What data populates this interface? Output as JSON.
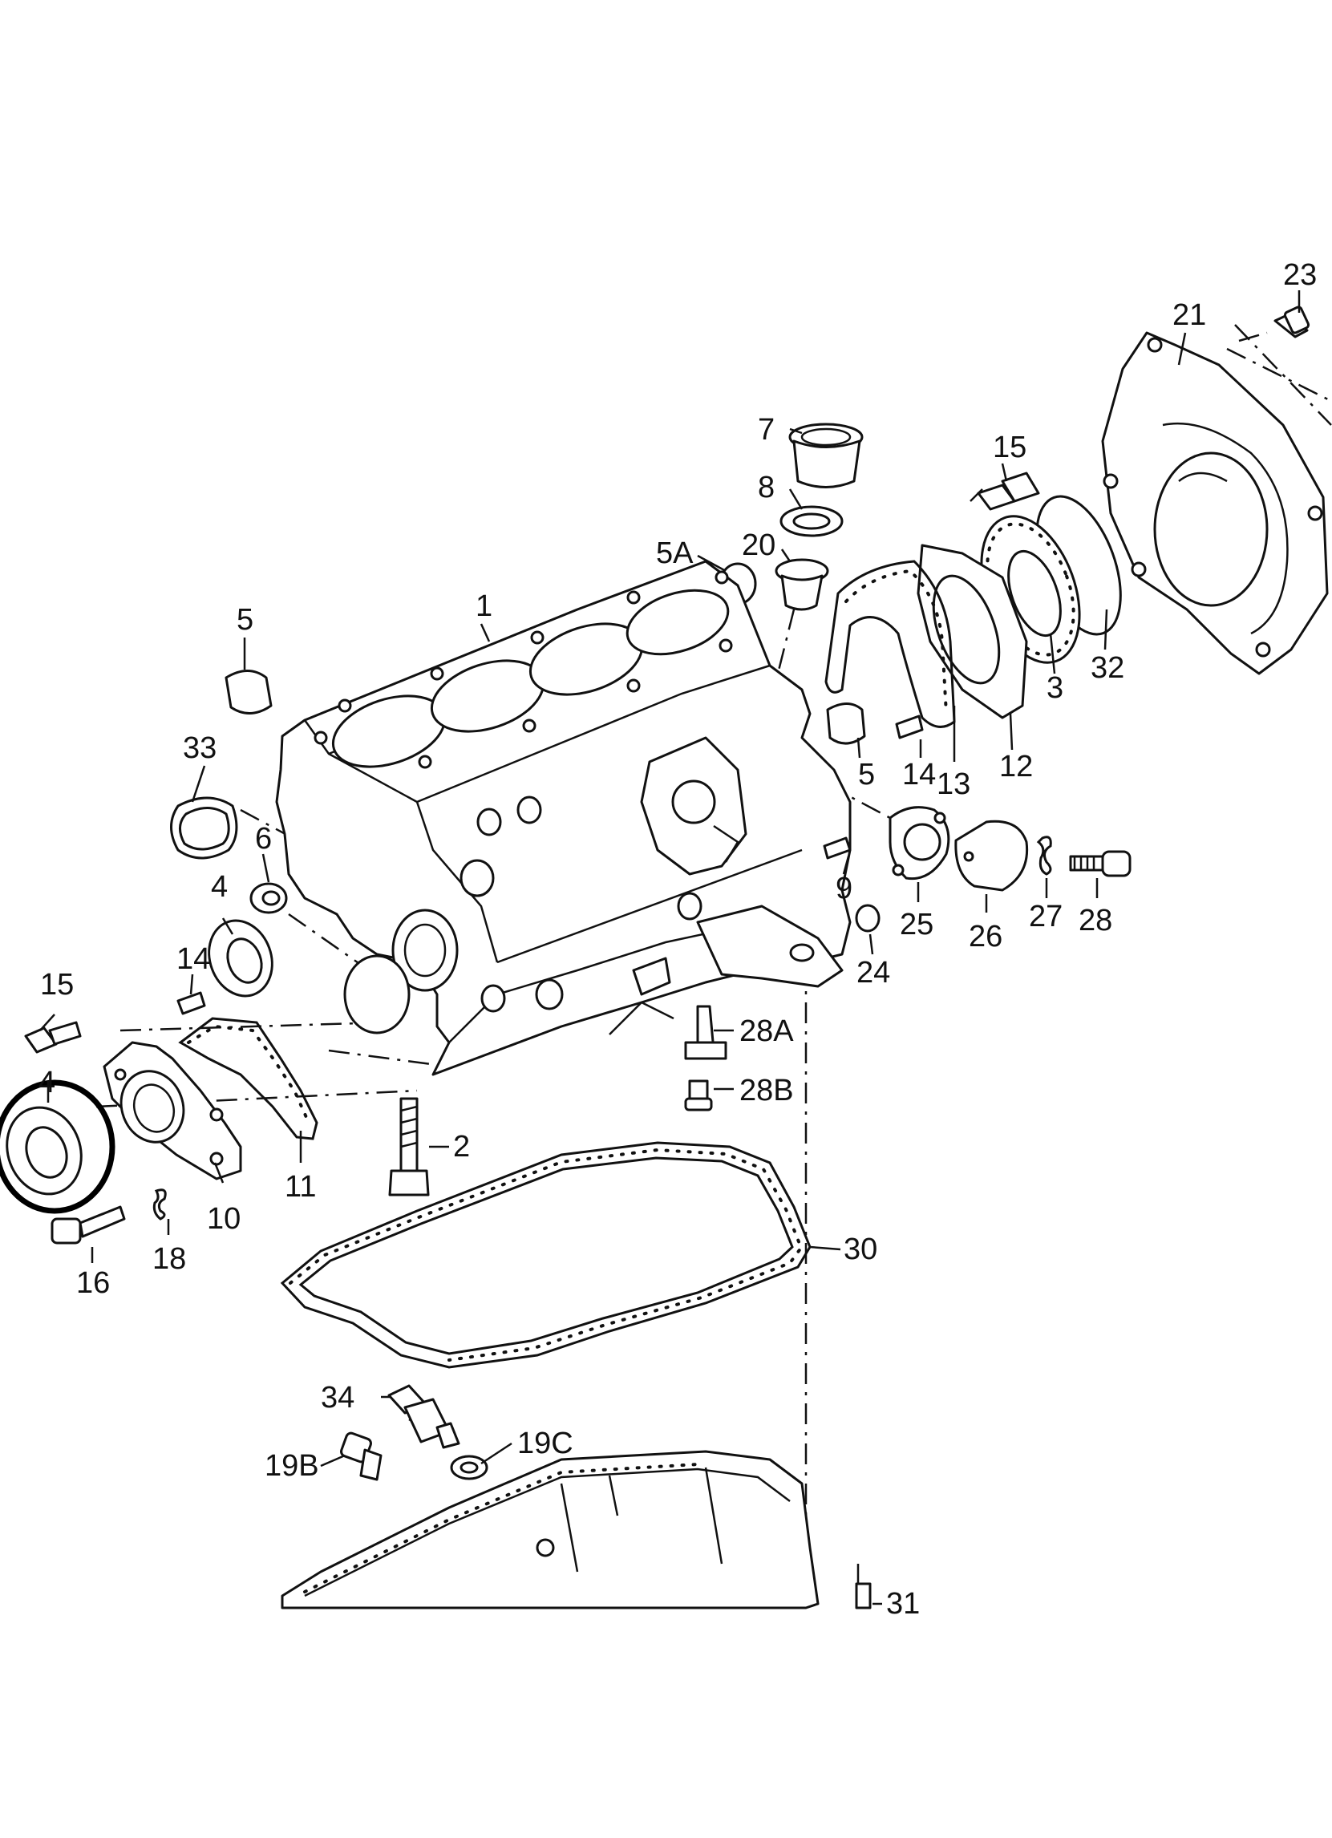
{
  "labels": {
    "p1": "1",
    "p2": "2",
    "p3": "3",
    "p4": "4",
    "p5a": "5",
    "p5b": "5",
    "p5A": "5A",
    "p6": "6",
    "p7": "7",
    "p8": "8",
    "p9": "9",
    "p10": "10",
    "p11": "11",
    "p12": "12",
    "p13": "13",
    "p14a": "14",
    "p14b": "14",
    "p15a": "15",
    "p15b": "15",
    "p16": "16",
    "p18": "18",
    "p19B": "19B",
    "p19C": "19C",
    "p20": "20",
    "p21": "21",
    "p23": "23",
    "p24": "24",
    "p25": "25",
    "p26": "26",
    "p27": "27",
    "p28": "28",
    "p28A": "28A",
    "p28B": "28B",
    "p30": "30",
    "p31": "31",
    "p32": "32",
    "p33": "33",
    "p34": "34"
  }
}
